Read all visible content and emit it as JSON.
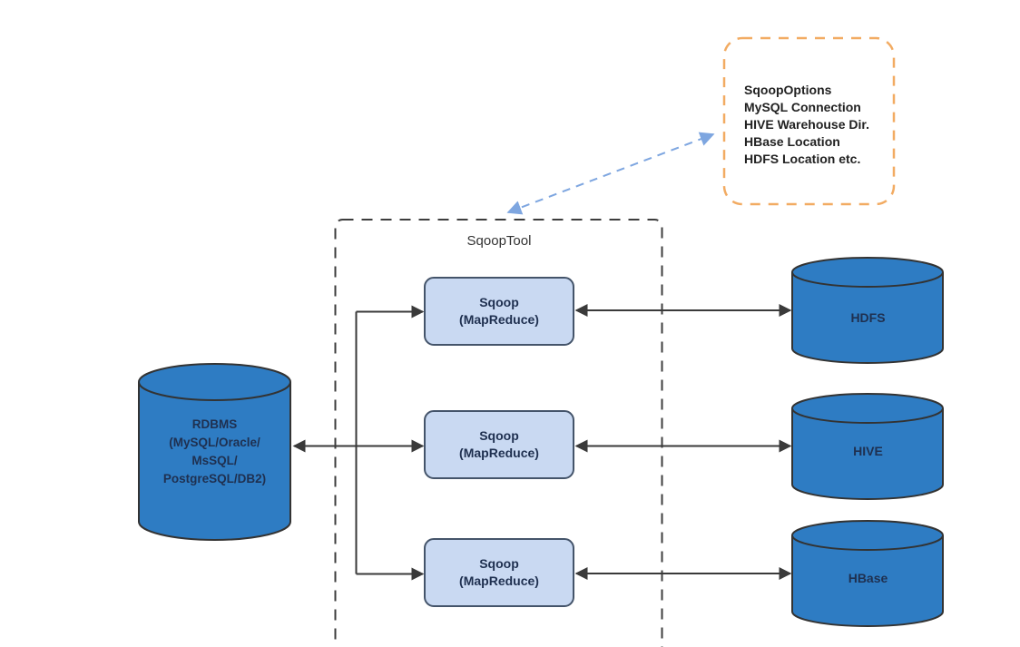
{
  "diagram": {
    "sqoop_tool": {
      "label": "SqoopTool"
    },
    "options_note": {
      "lines": [
        "SqoopOptions",
        "MySQL Connection",
        "HIVE Warehouse Dir.",
        "HBase Location",
        "HDFS Location etc."
      ]
    },
    "rdbms": {
      "lines": [
        "RDBMS",
        "(MySQL/Oracle/",
        "MsSQL/",
        "PostgreSQL/DB2)"
      ]
    },
    "sqoop_boxes": [
      {
        "title": "Sqoop",
        "subtitle": "(MapReduce)"
      },
      {
        "title": "Sqoop",
        "subtitle": "(MapReduce)"
      },
      {
        "title": "Sqoop",
        "subtitle": "(MapReduce)"
      }
    ],
    "datastores": [
      {
        "label": "HDFS"
      },
      {
        "label": "HIVE"
      },
      {
        "label": "HBase"
      }
    ],
    "colors": {
      "cylinder_fill": "#2e7cc3",
      "cylinder_stroke": "#333333",
      "box_fill": "#c9d9f2",
      "box_stroke": "#44546a",
      "tool_border": "#3d3d3d",
      "note_border": "#f2ab62",
      "note_fill": "#ffffff",
      "blue_arrow": "#7ea6e0",
      "connector": "#3a3a3a"
    }
  }
}
